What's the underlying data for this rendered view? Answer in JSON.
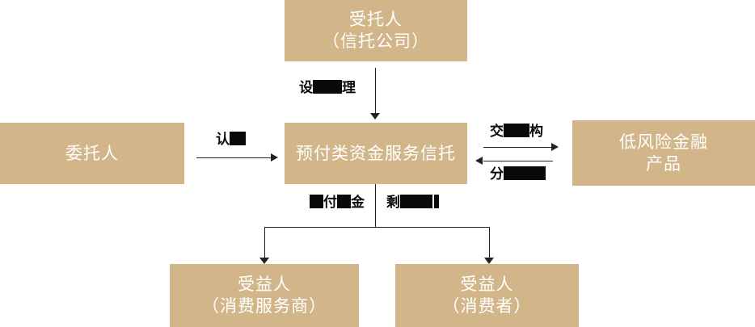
{
  "diagram": {
    "colors": {
      "node_background": "#d2b689",
      "node_text": "#ffffff",
      "connector_line": "#222222",
      "edge_label_text": "#0a0a0a",
      "redaction_block": "#0a0a0a",
      "page_background": "#ffffff"
    },
    "nodes": {
      "trustee": {
        "lines": [
          "受托人",
          "（信托公司）"
        ]
      },
      "principal": {
        "lines": [
          "委托人"
        ]
      },
      "trust": {
        "lines": [
          "预付类资金服务信托"
        ]
      },
      "product": {
        "lines": [
          "低风险金融",
          "产品"
        ]
      },
      "beneficiary_service_provider": {
        "lines": [
          "受益人",
          "（消费服务商）"
        ]
      },
      "beneficiary_consumer": {
        "lines": [
          "受益人",
          "（消费者）"
        ]
      }
    },
    "edge_labels": {
      "manage": {
        "parts": [
          {
            "t": "设"
          },
          {
            "b": 36
          },
          {
            "t": "理"
          }
        ]
      },
      "subscribe": {
        "parts": [
          {
            "t": "认"
          },
          {
            "b": 20
          }
        ]
      },
      "deliver": {
        "parts": [
          {
            "t": "交"
          },
          {
            "b": 32
          },
          {
            "t": "构"
          }
        ]
      },
      "distribute": {
        "parts": [
          {
            "t": "分"
          },
          {
            "b": 52
          }
        ]
      },
      "pay": {
        "parts": [
          {
            "b": 17
          },
          {
            "t": "付"
          },
          {
            "b": 17
          },
          {
            "t": "金"
          }
        ]
      },
      "remaining": {
        "parts": [
          {
            "t": "剩"
          },
          {
            "b": 40
          },
          {
            "b": 6
          }
        ]
      }
    }
  }
}
